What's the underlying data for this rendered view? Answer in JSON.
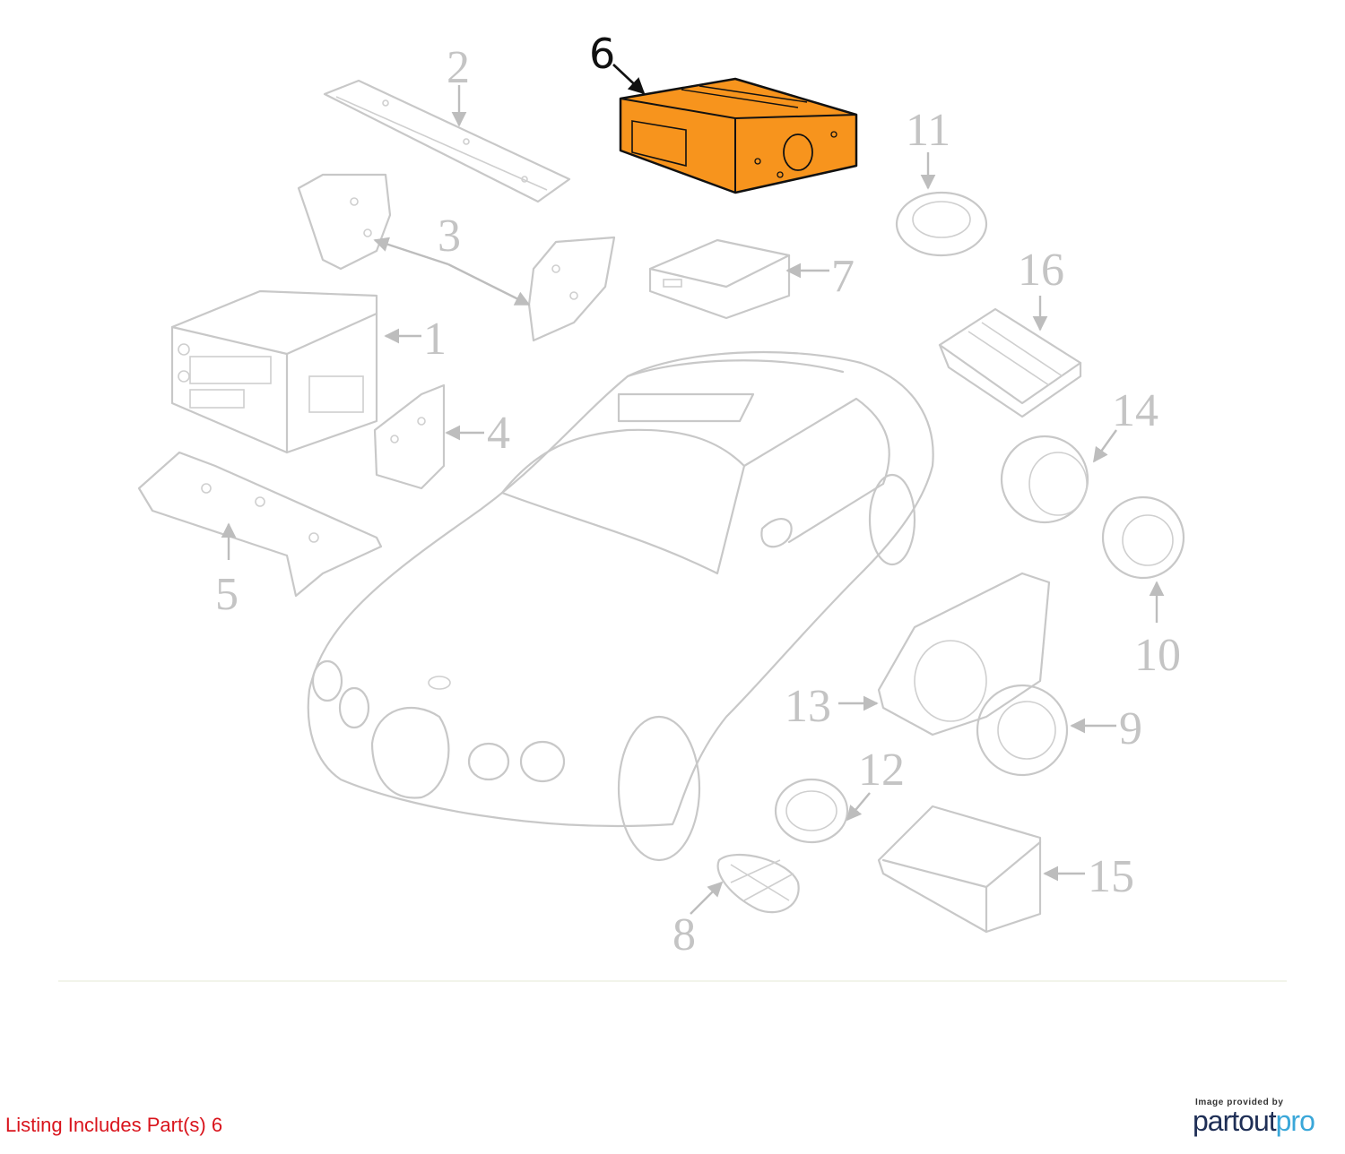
{
  "callouts": {
    "c1": "1",
    "c2": "2",
    "c3": "3",
    "c4": "4",
    "c5": "5",
    "c6": "6",
    "c7": "7",
    "c8": "8",
    "c9": "9",
    "c10": "10",
    "c11": "11",
    "c12": "12",
    "c13": "13",
    "c14": "14",
    "c15": "15",
    "c16": "16"
  },
  "highlighted_part": "6",
  "colors": {
    "highlight": "#f7941d",
    "linework": "#c8c8c8",
    "listing_text": "#d9141c"
  },
  "footer": {
    "listing": "Listing Includes Part(s) 6",
    "provided_by": "Image provided by",
    "brand_part1": "partout",
    "brand_part2": "pro"
  }
}
